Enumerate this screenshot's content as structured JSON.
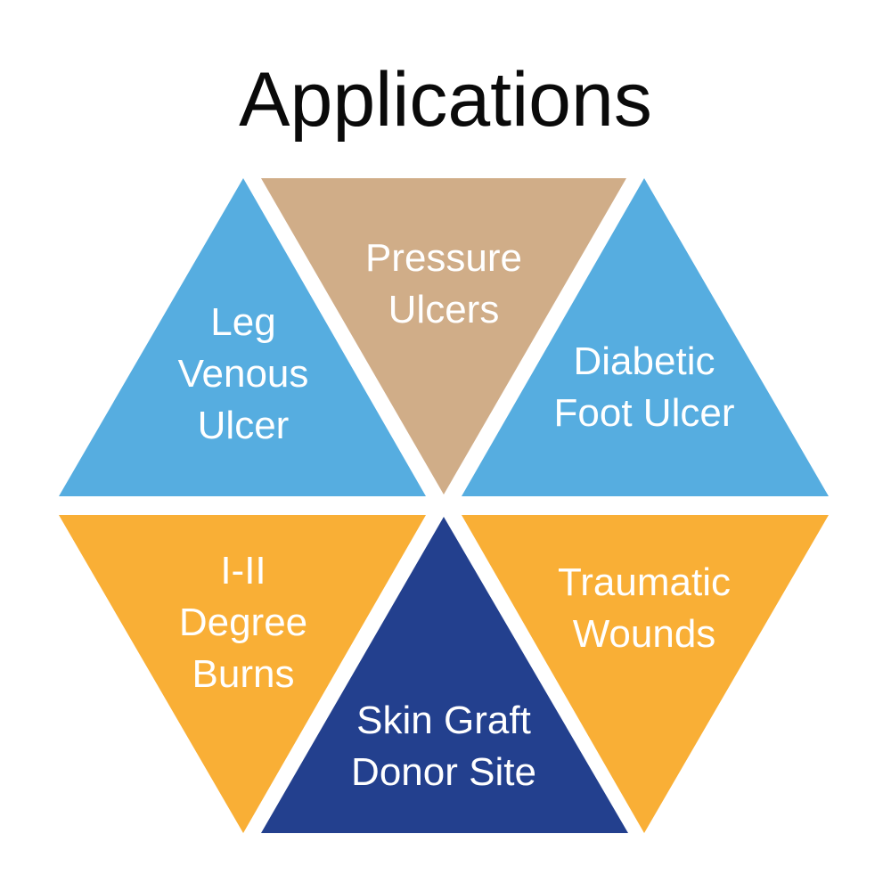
{
  "title": "Applications",
  "colors": {
    "blue": "#56ade0",
    "tan": "#d0ad88",
    "orange": "#f9af36",
    "navy": "#23408e",
    "text_on_shape": "#ffffff",
    "title": "#0a0a0a"
  },
  "segments": [
    {
      "id": "leg-venous-ulcer",
      "lines": [
        "Leg",
        "Venous",
        "Ulcer"
      ],
      "color": "blue",
      "orientation": "up",
      "row": "top",
      "position": "left"
    },
    {
      "id": "pressure-ulcers",
      "lines": [
        "Pressure",
        "Ulcers"
      ],
      "color": "tan",
      "orientation": "down",
      "row": "top",
      "position": "center"
    },
    {
      "id": "diabetic-foot-ulcer",
      "lines": [
        "Diabetic",
        "Foot Ulcer"
      ],
      "color": "blue",
      "orientation": "up",
      "row": "top",
      "position": "right"
    },
    {
      "id": "degree-burns",
      "lines": [
        "I-II",
        "Degree",
        "Burns"
      ],
      "color": "orange",
      "orientation": "down",
      "row": "bottom",
      "position": "left"
    },
    {
      "id": "skin-graft-donor-site",
      "lines": [
        "Skin Graft",
        "Donor Site"
      ],
      "color": "navy",
      "orientation": "up",
      "row": "bottom",
      "position": "center"
    },
    {
      "id": "traumatic-wounds",
      "lines": [
        "Traumatic",
        "Wounds"
      ],
      "color": "orange",
      "orientation": "down",
      "row": "bottom",
      "position": "right"
    }
  ]
}
